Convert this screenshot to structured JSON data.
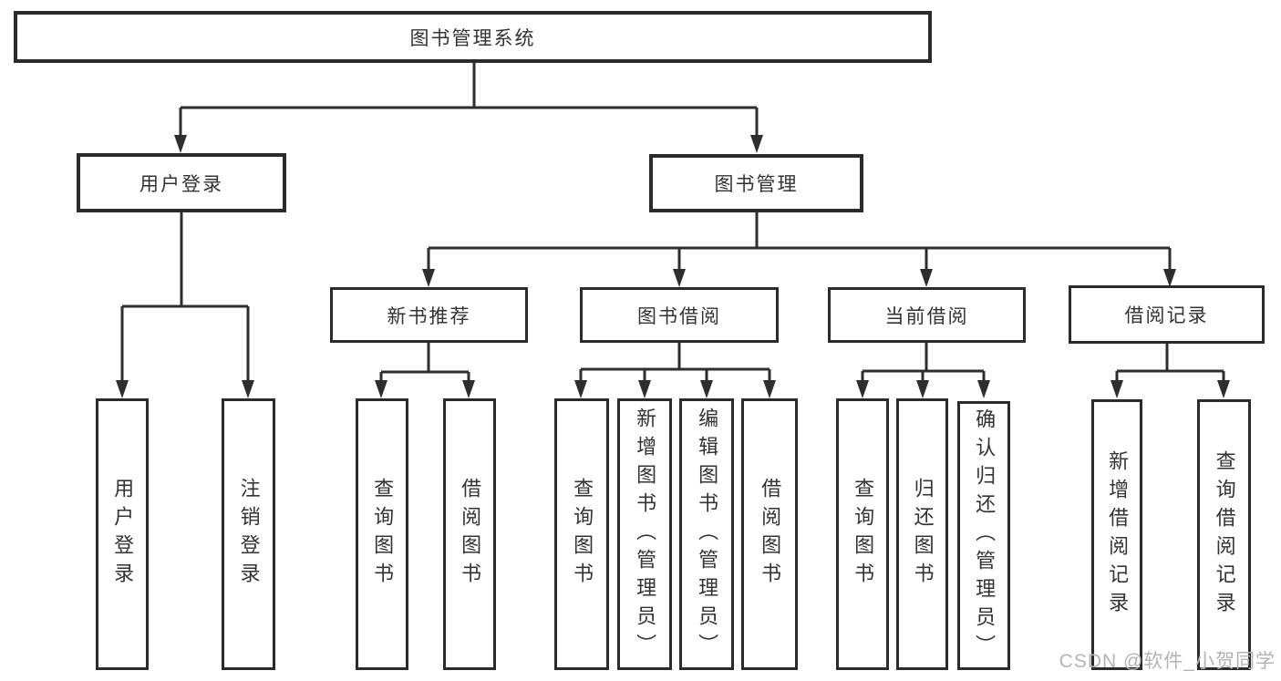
{
  "diagram": {
    "root": {
      "label": "图书管理系统"
    },
    "branches": [
      {
        "label": "用户登录",
        "children": [
          {
            "label": "用户登录"
          },
          {
            "label": "注销登录"
          }
        ]
      },
      {
        "label": "图书管理",
        "children": [
          {
            "label": "新书推荐",
            "children": [
              {
                "label": "查询图书"
              },
              {
                "label": "借阅图书"
              }
            ]
          },
          {
            "label": "图书借阅",
            "children": [
              {
                "label": "查询图书"
              },
              {
                "label": "新增图书（管理员）"
              },
              {
                "label": "编辑图书（管理员）"
              },
              {
                "label": "借阅图书"
              }
            ]
          },
          {
            "label": "当前借阅",
            "children": [
              {
                "label": "查询图书"
              },
              {
                "label": "归还图书"
              },
              {
                "label": "确认归还（管理员）"
              }
            ]
          },
          {
            "label": "借阅记录",
            "children": [
              {
                "label": "新增借阅记录"
              },
              {
                "label": "查询借阅记录"
              }
            ]
          }
        ]
      }
    ]
  },
  "watermark": {
    "text": "CSDN @软件_小贺同学"
  },
  "colors": {
    "line": "#2e2e2e",
    "border": "#2b2b2b",
    "text": "#333333",
    "watermark": "#b4b4b4",
    "background": "#ffffff"
  }
}
